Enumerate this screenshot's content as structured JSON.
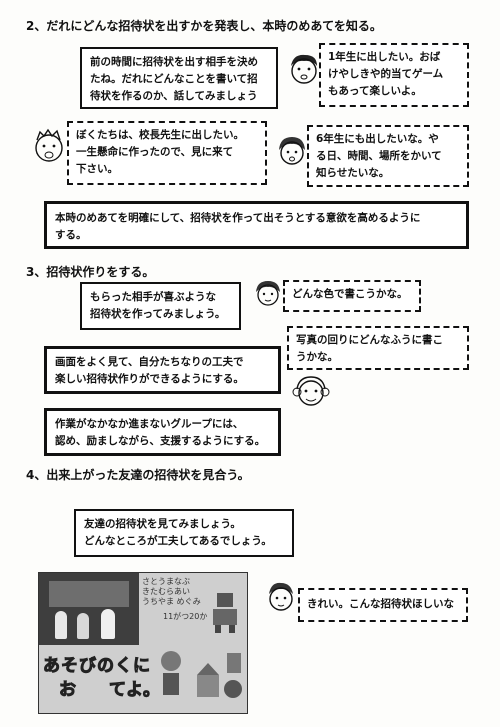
{
  "section2": {
    "heading": "2、だれにどんな招待状を出すかを発表し、本時のめあてを知る。",
    "teacher_prompt": [
      "前の時間に招待状を出す相手を決め",
      "たね。だれにどんなことを書いて招",
      "待状を作るのか、話してみましょう"
    ],
    "student_a": [
      "1年生に出したい。おば",
      "けやしきや的当てゲーム",
      "もあって楽しいよ。"
    ],
    "student_b": [
      "ぼくたちは、校長先生に出したい。",
      "一生懸命に作ったので、見に来て",
      "下さい。"
    ],
    "student_c": [
      "6年生にも出したいな。や",
      "る日、時間、場所をかいて",
      "知らせたいな。"
    ],
    "aim": [
      "本時のめあてを明確にして、招待状を作って出そうとする意欲を高めるように",
      "する。"
    ]
  },
  "section3": {
    "heading": "3、招待状作りをする。",
    "teacher_prompt": [
      "もらった相手が喜ぶような",
      "招待状を作ってみましょう。"
    ],
    "student_color": [
      "どんな色で書こうかな。"
    ],
    "student_photo": [
      "写真の回りにどんなふうに書こ",
      "うかな。"
    ],
    "support1": [
      "画面をよく見て、自分たちなりの工夫で",
      "楽しい招待状作りができるようにする。"
    ],
    "support2": [
      "作業がなかなか進まないグループには、",
      "認め、励ましながら、支援するようにする。"
    ]
  },
  "section4": {
    "heading": "4、出来上がった友達の招待状を見合う。",
    "teacher_prompt": [
      "友達の招待状を見てみましょう。",
      "どんなところが工夫してあるでしょう。"
    ],
    "student_reply": [
      "きれい。こんな招待状ほしいな"
    ],
    "photo": {
      "header_lines": [
        "さとうまなぶ",
        "きたむらあい",
        "うちやま めぐみ"
      ],
      "date": "11がつ20か",
      "big_text_1": "あそびのくに",
      "big_text_2_a": "お",
      "big_text_2_b": "てよ。"
    }
  }
}
